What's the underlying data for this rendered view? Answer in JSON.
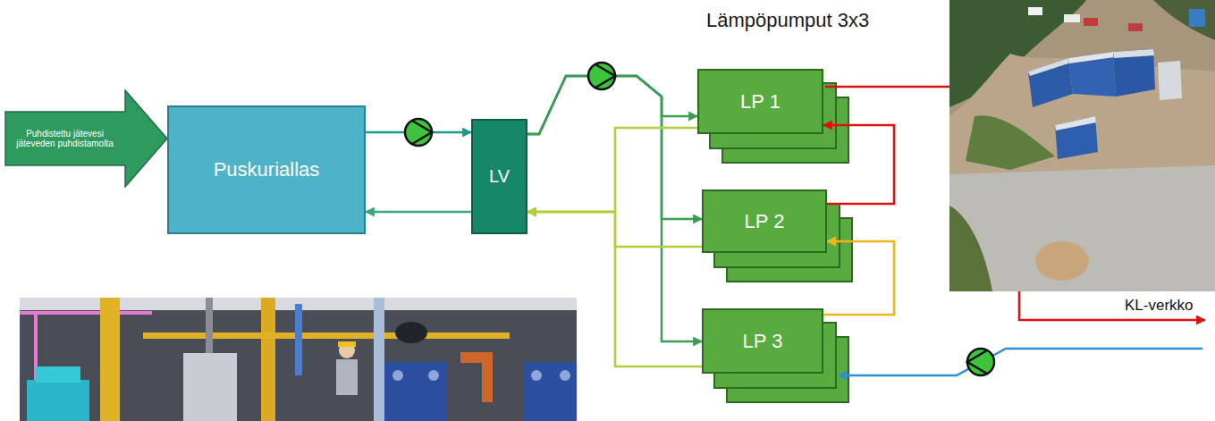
{
  "diagram": {
    "title": "Lämpöpumput 3x3",
    "nodes": [
      {
        "text": [
          "Puhdistettu jätevesi jäteveden puhdistamolta"
        ]
      },
      {
        "text": [
          "Puskuriallas"
        ]
      },
      {
        "text": [
          "LV"
        ]
      },
      {
        "text": [
          "LP 1"
        ]
      },
      {
        "text": [
          "LP 2"
        ]
      },
      {
        "text": [
          "LP 3"
        ]
      }
    ],
    "edges": [
      {
        "from": 1,
        "to": 2,
        "arrow": "to"
      },
      {
        "from": 2,
        "to": 1,
        "arrow": "to"
      },
      {
        "from": 2,
        "to": 3,
        "arrow": "to"
      },
      {
        "from": 2,
        "to": 4,
        "arrow": "to"
      },
      {
        "from": 2,
        "to": 5,
        "arrow": "to"
      },
      {
        "from": 3,
        "to": 2,
        "arrow": "to"
      },
      {
        "from": 4,
        "to": 2,
        "arrow": "to"
      },
      {
        "from": 5,
        "to": 2,
        "arrow": "to"
      },
      {
        "from": 4,
        "to": 3,
        "arrow": "to"
      },
      {
        "from": 5,
        "to": 4,
        "arrow": "to"
      }
    ],
    "labels": [
      "KL-verkko"
    ]
  }
}
